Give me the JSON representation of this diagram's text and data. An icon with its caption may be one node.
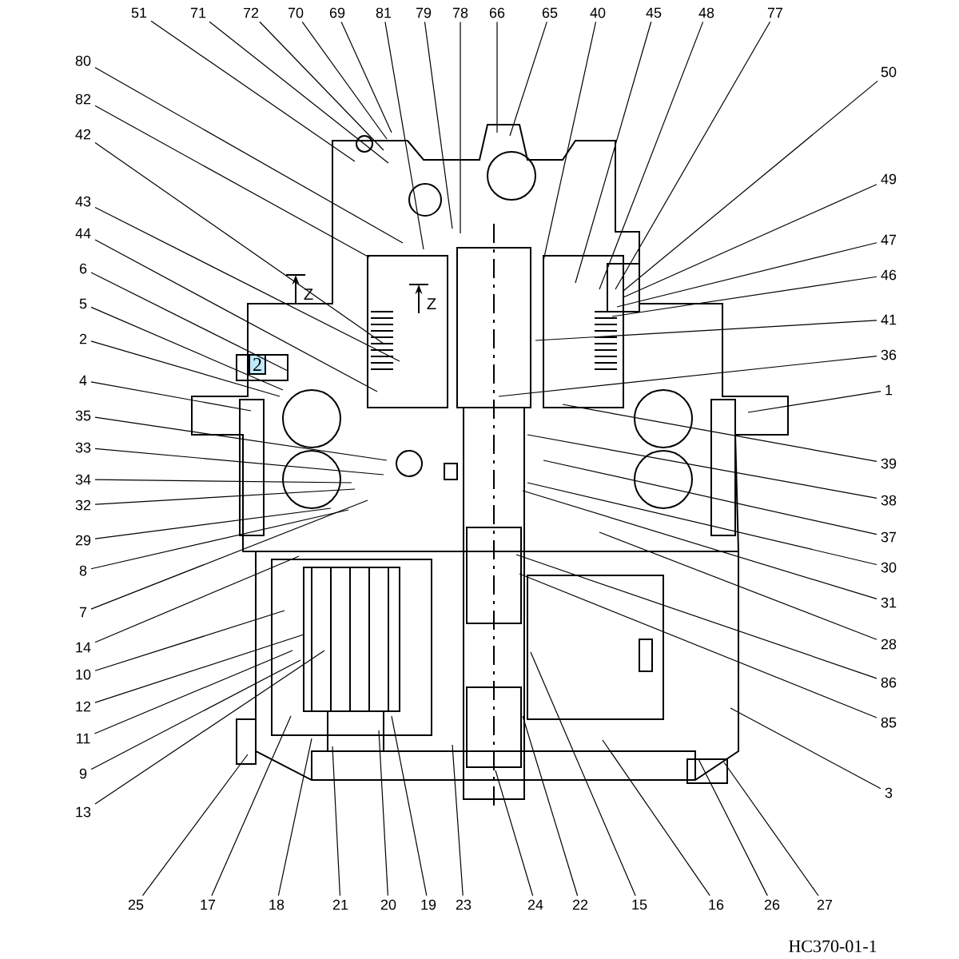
{
  "diagram": {
    "caption": "HC370-01-1",
    "nodes": [
      {
        "text": [
          "51"
        ]
      },
      {
        "text": [
          "71"
        ]
      },
      {
        "text": [
          "72"
        ]
      },
      {
        "text": [
          "70"
        ]
      },
      {
        "text": [
          "69"
        ]
      },
      {
        "text": [
          "81"
        ]
      },
      {
        "text": [
          "79"
        ]
      },
      {
        "text": [
          "78"
        ]
      },
      {
        "text": [
          "66"
        ]
      },
      {
        "text": [
          "65"
        ]
      },
      {
        "text": [
          "40"
        ]
      },
      {
        "text": [
          "45"
        ]
      },
      {
        "text": [
          "48"
        ]
      },
      {
        "text": [
          "77"
        ]
      },
      {
        "text": [
          "80"
        ]
      },
      {
        "text": [
          "82"
        ]
      },
      {
        "text": [
          "42"
        ]
      },
      {
        "text": [
          "43"
        ]
      },
      {
        "text": [
          "44"
        ]
      },
      {
        "text": [
          "6"
        ]
      },
      {
        "text": [
          "5"
        ]
      },
      {
        "text": [
          "2"
        ]
      },
      {
        "text": [
          "4"
        ]
      },
      {
        "text": [
          "35"
        ]
      },
      {
        "text": [
          "33"
        ]
      },
      {
        "text": [
          "34"
        ]
      },
      {
        "text": [
          "32"
        ]
      },
      {
        "text": [
          "29"
        ]
      },
      {
        "text": [
          "8"
        ]
      },
      {
        "text": [
          "7"
        ]
      },
      {
        "text": [
          "14"
        ]
      },
      {
        "text": [
          "10"
        ]
      },
      {
        "text": [
          "12"
        ]
      },
      {
        "text": [
          "11"
        ]
      },
      {
        "text": [
          "9"
        ]
      },
      {
        "text": [
          "13"
        ]
      },
      {
        "text": [
          "50"
        ]
      },
      {
        "text": [
          "49"
        ]
      },
      {
        "text": [
          "47"
        ]
      },
      {
        "text": [
          "46"
        ]
      },
      {
        "text": [
          "41"
        ]
      },
      {
        "text": [
          "36"
        ]
      },
      {
        "text": [
          "1"
        ]
      },
      {
        "text": [
          "39"
        ]
      },
      {
        "text": [
          "38"
        ]
      },
      {
        "text": [
          "37"
        ]
      },
      {
        "text": [
          "30"
        ]
      },
      {
        "text": [
          "31"
        ]
      },
      {
        "text": [
          "28"
        ]
      },
      {
        "text": [
          "86"
        ]
      },
      {
        "text": [
          "85"
        ]
      },
      {
        "text": [
          "3"
        ]
      },
      {
        "text": [
          "25"
        ]
      },
      {
        "text": [
          "17"
        ]
      },
      {
        "text": [
          "18"
        ]
      },
      {
        "text": [
          "21"
        ]
      },
      {
        "text": [
          "20"
        ]
      },
      {
        "text": [
          "19"
        ]
      },
      {
        "text": [
          "23"
        ]
      },
      {
        "text": [
          "24"
        ]
      },
      {
        "text": [
          "22"
        ]
      },
      {
        "text": [
          "15"
        ]
      },
      {
        "text": [
          "16"
        ]
      },
      {
        "text": [
          "26"
        ]
      },
      {
        "text": [
          "27"
        ]
      }
    ],
    "edges": [
      {
        "from": 0,
        "to": null,
        "arrow": "none"
      },
      {
        "from": 1,
        "to": null,
        "arrow": "none"
      },
      {
        "from": 2,
        "to": null,
        "arrow": "none"
      },
      {
        "from": 3,
        "to": null,
        "arrow": "none"
      },
      {
        "from": 4,
        "to": null,
        "arrow": "none"
      },
      {
        "from": 5,
        "to": null,
        "arrow": "none"
      },
      {
        "from": 6,
        "to": null,
        "arrow": "none"
      },
      {
        "from": 7,
        "to": null,
        "arrow": "none"
      },
      {
        "from": 8,
        "to": null,
        "arrow": "none"
      },
      {
        "from": 9,
        "to": null,
        "arrow": "none"
      },
      {
        "from": 10,
        "to": null,
        "arrow": "none"
      },
      {
        "from": 11,
        "to": null,
        "arrow": "none"
      },
      {
        "from": 12,
        "to": null,
        "arrow": "none"
      },
      {
        "from": 13,
        "to": null,
        "arrow": "none"
      },
      {
        "from": 14,
        "to": null,
        "arrow": "none"
      },
      {
        "from": 15,
        "to": null,
        "arrow": "none"
      },
      {
        "from": 16,
        "to": null,
        "arrow": "none"
      },
      {
        "from": 17,
        "to": null,
        "arrow": "none"
      },
      {
        "from": 18,
        "to": null,
        "arrow": "none"
      },
      {
        "from": 19,
        "to": null,
        "arrow": "none"
      },
      {
        "from": 20,
        "to": null,
        "arrow": "none"
      },
      {
        "from": 21,
        "to": null,
        "arrow": "none"
      },
      {
        "from": 22,
        "to": null,
        "arrow": "none"
      },
      {
        "from": 23,
        "to": null,
        "arrow": "none"
      },
      {
        "from": 24,
        "to": null,
        "arrow": "none"
      },
      {
        "from": 25,
        "to": null,
        "arrow": "none"
      },
      {
        "from": 26,
        "to": null,
        "arrow": "none"
      },
      {
        "from": 27,
        "to": null,
        "arrow": "none"
      },
      {
        "from": 28,
        "to": null,
        "arrow": "none"
      },
      {
        "from": 29,
        "to": null,
        "arrow": "none"
      },
      {
        "from": 30,
        "to": null,
        "arrow": "none"
      },
      {
        "from": 31,
        "to": null,
        "arrow": "none"
      },
      {
        "from": 32,
        "to": null,
        "arrow": "none"
      },
      {
        "from": 33,
        "to": null,
        "arrow": "none"
      },
      {
        "from": 34,
        "to": null,
        "arrow": "none"
      },
      {
        "from": 35,
        "to": null,
        "arrow": "none"
      },
      {
        "from": 36,
        "to": null,
        "arrow": "none"
      },
      {
        "from": 37,
        "to": null,
        "arrow": "none"
      },
      {
        "from": 38,
        "to": null,
        "arrow": "none"
      },
      {
        "from": 39,
        "to": null,
        "arrow": "none"
      },
      {
        "from": 40,
        "to": null,
        "arrow": "none"
      },
      {
        "from": 41,
        "to": null,
        "arrow": "none"
      },
      {
        "from": 42,
        "to": null,
        "arrow": "none"
      },
      {
        "from": 43,
        "to": null,
        "arrow": "none"
      },
      {
        "from": 44,
        "to": null,
        "arrow": "none"
      },
      {
        "from": 45,
        "to": null,
        "arrow": "none"
      },
      {
        "from": 46,
        "to": null,
        "arrow": "none"
      },
      {
        "from": 47,
        "to": null,
        "arrow": "none"
      },
      {
        "from": 48,
        "to": null,
        "arrow": "none"
      },
      {
        "from": 49,
        "to": null,
        "arrow": "none"
      },
      {
        "from": 50,
        "to": null,
        "arrow": "none"
      },
      {
        "from": 51,
        "to": null,
        "arrow": "none"
      },
      {
        "from": 52,
        "to": null,
        "arrow": "none"
      },
      {
        "from": 53,
        "to": null,
        "arrow": "none"
      },
      {
        "from": 54,
        "to": null,
        "arrow": "none"
      },
      {
        "from": 55,
        "to": null,
        "arrow": "none"
      },
      {
        "from": 56,
        "to": null,
        "arrow": "none"
      },
      {
        "from": 57,
        "to": null,
        "arrow": "none"
      },
      {
        "from": 58,
        "to": null,
        "arrow": "none"
      },
      {
        "from": 59,
        "to": null,
        "arrow": "none"
      },
      {
        "from": 60,
        "to": null,
        "arrow": "none"
      },
      {
        "from": 61,
        "to": null,
        "arrow": "none"
      },
      {
        "from": 62,
        "to": null,
        "arrow": "none"
      },
      {
        "from": 63,
        "to": null,
        "arrow": "none"
      },
      {
        "from": 64,
        "to": null,
        "arrow": "none"
      }
    ],
    "labels": [
      "Z",
      "Z",
      "2"
    ]
  }
}
